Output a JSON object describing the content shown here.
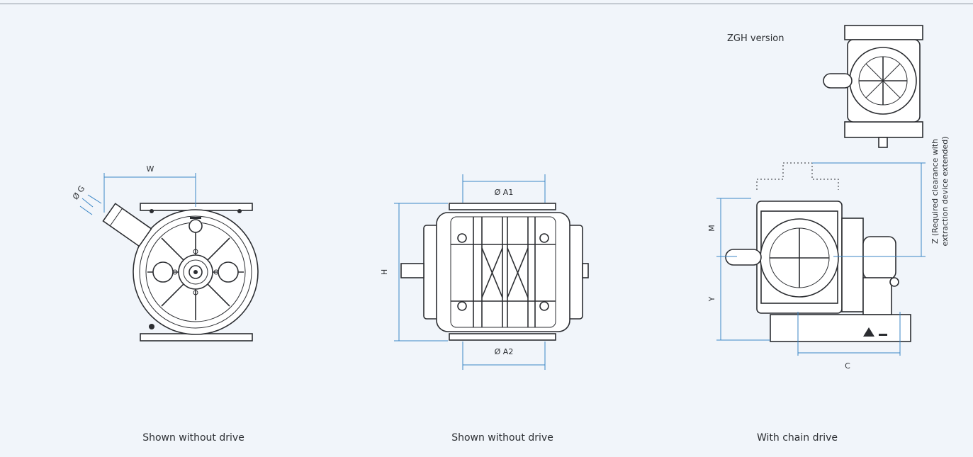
{
  "views": {
    "side": {
      "caption": "Shown without drive",
      "dim_w": "W",
      "dim_g": "Ø G"
    },
    "front": {
      "caption": "Shown without drive",
      "dim_a1": "Ø A1",
      "dim_a2": "Ø A2",
      "dim_h": "H"
    },
    "chain": {
      "caption": "With chain drive",
      "version_label": "ZGH version",
      "dim_m": "M",
      "dim_y": "Y",
      "dim_c": "C",
      "dim_z_line1": "Z (Required clearance with",
      "dim_z_line2": "extraction device extended)"
    }
  }
}
